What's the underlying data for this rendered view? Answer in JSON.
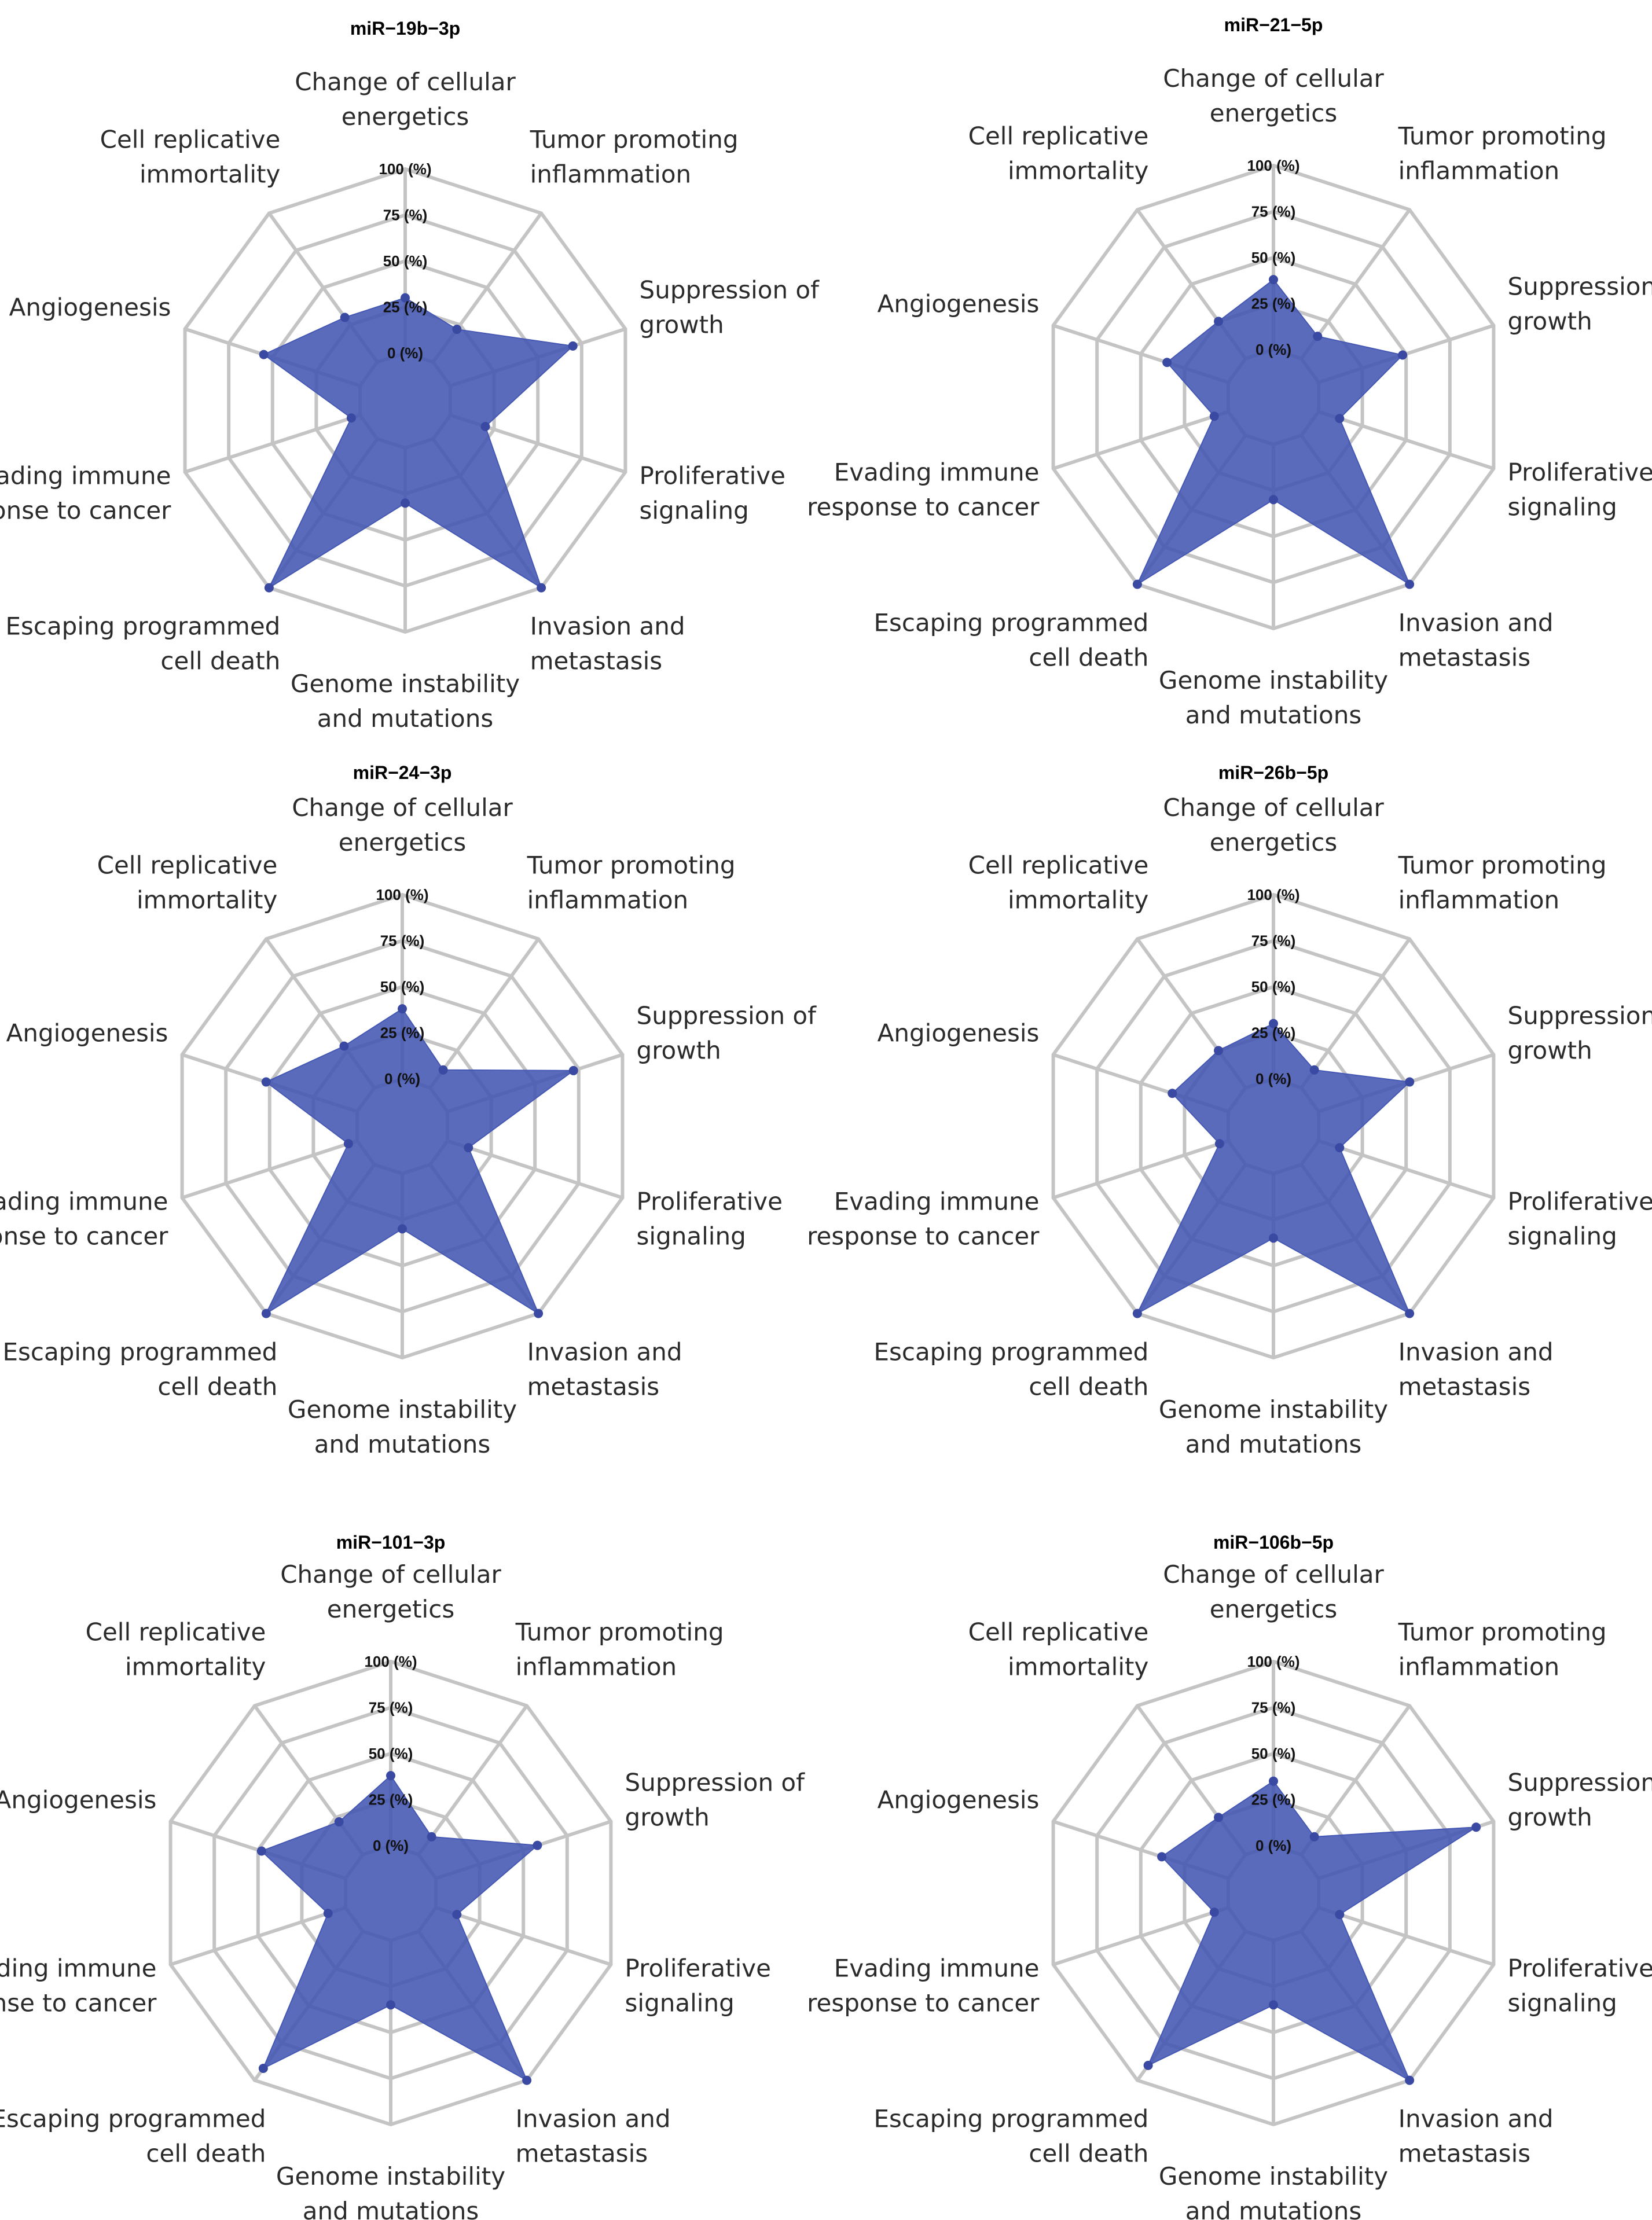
{
  "chart_data": [
    {
      "type": "radar",
      "title": "miR−19b−3p",
      "axes": [
        "Change of cellular energetics",
        "Tumor promoting inflammation",
        "Suppression of growth",
        "Proliferative signaling",
        "Invasion and metastasis",
        "Genome instability and mutations",
        "Escaping programmed cell death",
        "Evading immune response to cancer",
        "Angiogenesis",
        "Cell replicative immortality"
      ],
      "values": [
        30,
        22,
        70,
        20,
        100,
        30,
        100,
        5,
        55,
        30
      ],
      "ticks": [
        "0 (%)",
        "25 (%)",
        "50 (%)",
        "75 (%)",
        "100 (%)"
      ],
      "range": [
        0,
        100
      ]
    },
    {
      "type": "radar",
      "title": "miR−21−5p",
      "axes": [
        "Change of cellular energetics",
        "Tumor promoting inflammation",
        "Suppression of growth",
        "Proliferative signaling",
        "Invasion and metastasis",
        "Genome instability and mutations",
        "Escaping programmed cell death",
        "Evading immune response to cancer",
        "Angiogenesis",
        "Cell replicative immortality"
      ],
      "values": [
        38,
        15,
        48,
        12,
        100,
        30,
        100,
        8,
        35,
        25
      ],
      "ticks": [
        "0 (%)",
        "25 (%)",
        "50 (%)",
        "75 (%)",
        "100 (%)"
      ],
      "range": [
        0,
        100
      ]
    },
    {
      "type": "radar",
      "title": "miR−24−3p",
      "axes": [
        "Change of cellular energetics",
        "Tumor promoting inflammation",
        "Suppression of growth",
        "Proliferative signaling",
        "Invasion and metastasis",
        "Genome instability and mutations",
        "Escaping programmed cell death",
        "Evading immune response to cancer",
        "Angiogenesis",
        "Cell replicative immortality"
      ],
      "values": [
        38,
        12,
        72,
        12,
        100,
        30,
        100,
        5,
        52,
        28
      ],
      "ticks": [
        "0 (%)",
        "25 (%)",
        "50 (%)",
        "75 (%)",
        "100 (%)"
      ],
      "range": [
        0,
        100
      ]
    },
    {
      "type": "radar",
      "title": "miR−26b−5p",
      "axes": [
        "Change of cellular energetics",
        "Tumor promoting inflammation",
        "Suppression of growth",
        "Proliferative signaling",
        "Invasion and metastasis",
        "Genome instability and mutations",
        "Escaping programmed cell death",
        "Evading immune response to cancer",
        "Angiogenesis",
        "Cell replicative immortality"
      ],
      "values": [
        30,
        12,
        52,
        12,
        100,
        35,
        100,
        5,
        32,
        25
      ],
      "ticks": [
        "0 (%)",
        "25 (%)",
        "50 (%)",
        "75 (%)",
        "100 (%)"
      ],
      "range": [
        0,
        100
      ]
    },
    {
      "type": "radar",
      "title": "miR−101−3p",
      "axes": [
        "Change of cellular energetics",
        "Tumor promoting inflammation",
        "Suppression of growth",
        "Proliferative signaling",
        "Invasion and metastasis",
        "Genome instability and mutations",
        "Escaping programmed cell death",
        "Evading immune response to cancer",
        "Angiogenesis",
        "Cell replicative immortality"
      ],
      "values": [
        38,
        12,
        58,
        12,
        100,
        35,
        92,
        10,
        48,
        22
      ],
      "ticks": [
        "0 (%)",
        "25 (%)",
        "50 (%)",
        "75 (%)",
        "100 (%)"
      ],
      "range": [
        0,
        100
      ]
    },
    {
      "type": "radar",
      "title": "miR−106b−5p",
      "axes": [
        "Change of cellular energetics",
        "Tumor promoting inflammation",
        "Suppression of growth",
        "Proliferative signaling",
        "Invasion and metastasis",
        "Genome instability and mutations",
        "Escaping programmed cell death",
        "Evading immune response to cancer",
        "Angiogenesis",
        "Cell replicative immortality"
      ],
      "values": [
        35,
        12,
        90,
        12,
        100,
        35,
        90,
        8,
        38,
        25
      ],
      "ticks": [
        "0 (%)",
        "25 (%)",
        "50 (%)",
        "75 (%)",
        "100 (%)"
      ],
      "range": [
        0,
        100
      ]
    }
  ],
  "colors": {
    "fill": "#4457b3",
    "marker": "#3a4aa2",
    "grid": "#c4c4c4"
  }
}
